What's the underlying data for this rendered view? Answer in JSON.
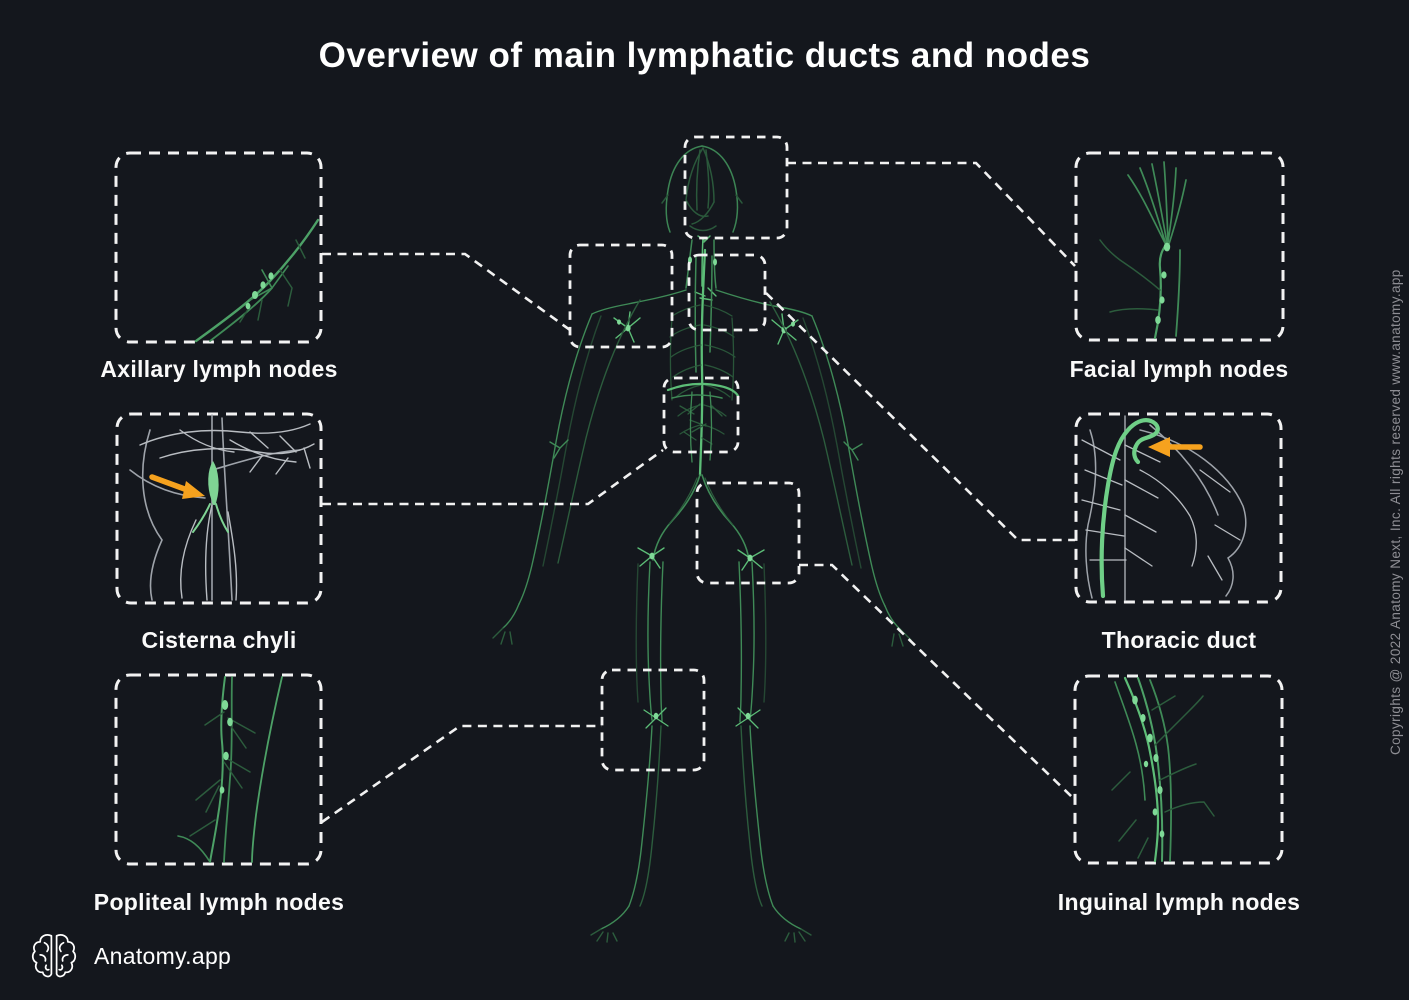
{
  "title": "Overview of main lymphatic ducts and nodes",
  "insets": [
    {
      "id": "axillary",
      "label": "Axillary lymph nodes"
    },
    {
      "id": "facial",
      "label": "Facial lymph nodes"
    },
    {
      "id": "cisterna",
      "label": "Cisterna chyli"
    },
    {
      "id": "thoracic",
      "label": "Thoracic duct"
    },
    {
      "id": "popliteal",
      "label": "Popliteal lymph nodes"
    },
    {
      "id": "inguinal",
      "label": "Inguinal lymph nodes"
    }
  ],
  "footer": {
    "brand": "Anatomy.app"
  },
  "copyright": "Copyrights @ 2022 Anatomy Next, Inc. All rights reserved www.anatomy.app",
  "colors": {
    "background": "#14171d",
    "vessel_green_dim": "#2c5c3d",
    "vessel_green_mid": "#3f8a57",
    "vessel_green_bright": "#5cbd77",
    "node_green": "#7fd997",
    "gray_vessel": "#b9bdc2",
    "arrow_orange": "#f6a21e",
    "dashed_line": "#f2f2f2",
    "text": "#ffffff",
    "copyright_text": "#8e8e94"
  }
}
